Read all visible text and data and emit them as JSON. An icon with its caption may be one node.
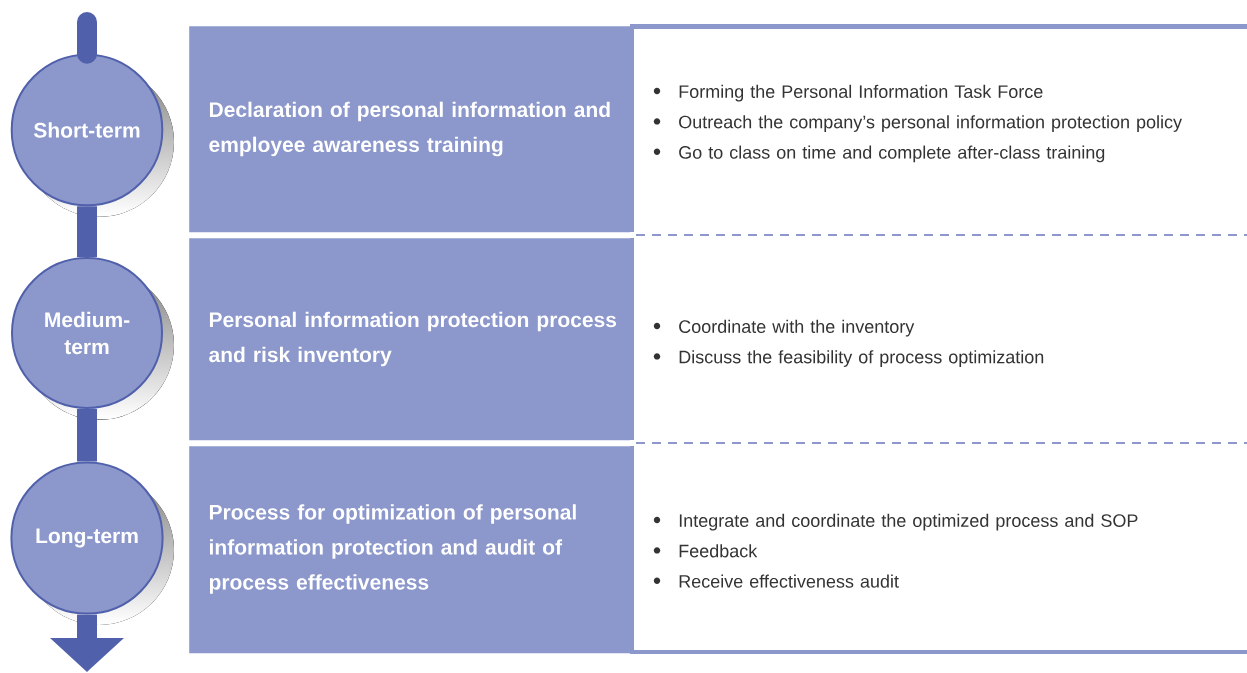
{
  "diagram": {
    "nodes": [
      {
        "text": [
          "Short-term"
        ]
      },
      {
        "text": [
          "Medium-term"
        ]
      },
      {
        "text": [
          "Long-term"
        ]
      },
      {
        "text": [
          "Declaration of personal information and employee awareness training"
        ]
      },
      {
        "text": [
          "Personal information protection process and risk inventory"
        ]
      },
      {
        "text": [
          "Process for optimization of personal information protection and audit of process effectiveness"
        ]
      }
    ],
    "edges": [
      {
        "from": null,
        "to": 0,
        "arrow": "none"
      },
      {
        "from": 0,
        "to": 1,
        "arrow": "none"
      },
      {
        "from": 1,
        "to": 2,
        "arrow": "none"
      },
      {
        "from": 2,
        "to": null,
        "arrow": "to"
      }
    ],
    "labels": [
      "Forming the Personal Information Task Force",
      "Outreach the company’s personal information protection policy",
      "Go to class on time and complete after-class training",
      "Coordinate with the inventory",
      "Discuss the feasibility of process optimization",
      "Integrate and coordinate the optimized process and SOP",
      "Feedback",
      "Receive effectiveness audit"
    ]
  }
}
